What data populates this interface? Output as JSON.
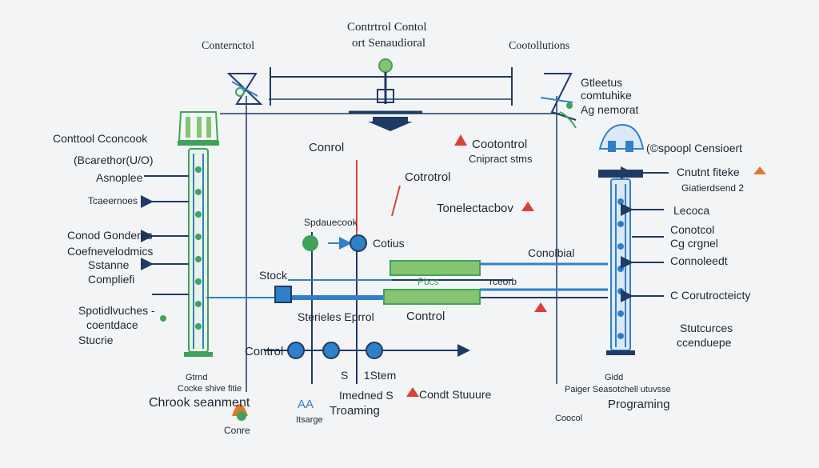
{
  "header": {
    "left": "Conternctol",
    "center_line1": "Contrtrol Contol",
    "center_line2": "ort Senaudioral",
    "right": "Cootollutions"
  },
  "left_labels": [
    "Conttool Cconcook",
    "(Bcarethor(U/O)",
    "Asnoplee",
    "Tcaeernoes",
    "Conod Gonderes",
    "Coefnevelodmics",
    "Sstanne",
    "Compliefi",
    "Spotidlvuches -",
    "coentdace",
    "Stucrie"
  ],
  "left_bottom": {
    "small1": "Gtrnd",
    "small2": "Cocke shive fitie",
    "title": "Chrook seanment",
    "foot": "Conre"
  },
  "center_labels": {
    "control_a": "Conrol",
    "control_b": "Cotrotrol",
    "subgroup": "Spdauecook",
    "cotius": "Cotius",
    "stock": "Stock",
    "sterieles": "Sterieles Eprrol",
    "control_c": "Control",
    "control_d": "Control",
    "ssiem": "S     1Stem",
    "imedned": "Imedned S",
    "troaming": "Troaming",
    "aa": "AA",
    "itsarge": "Itsarge",
    "condt_structure": "Condt Stuuure"
  },
  "right_center_labels": {
    "cootontrol": "Cootontrol",
    "cnipract": "Cnipract stms",
    "tonelecta": "Tonelectacbov",
    "conolbial": "Conolbial",
    "pbcs": "Pbcs",
    "recorb": "rceorb"
  },
  "right_header_labels": [
    "Gtleetus",
    "comtuhike",
    "Ag nemorat"
  ],
  "right_labels": [
    "(©spoopl Censioert",
    "Cnutnt fiteke",
    "Giatierdsend 2",
    "Lecoca",
    "Conotcol",
    "Cg crgnel",
    "Connoleedt",
    "C Corutrocteicty",
    "Stutcurces",
    "ccenduepe"
  ],
  "right_bottom": {
    "small1": "Gidd",
    "small2": "Paiger Seasotchell utuvsse",
    "title": "Programing",
    "foot": "Coocol"
  },
  "colors": {
    "navy": "#1f3b63",
    "blue": "#2f80c8",
    "green": "#3fa35a",
    "light_green": "#86c46f",
    "red": "#d8413a",
    "orange": "#e0792e"
  }
}
